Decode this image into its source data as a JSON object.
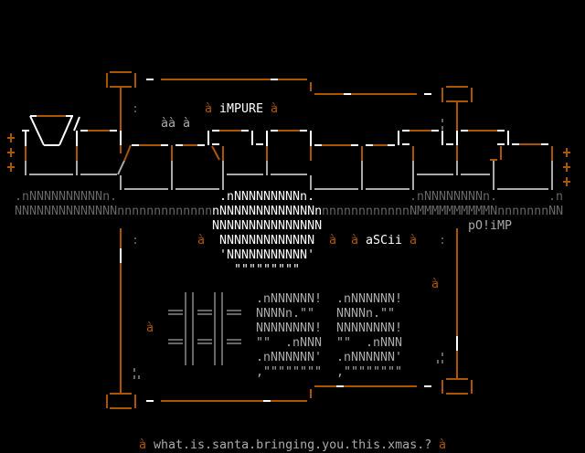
{
  "title": {
    "bullet_left": "à",
    "text": "iMPURE",
    "bullet_right": "à"
  },
  "accents": {
    "aa": "àà à",
    "dots": ":",
    "bullet": "à"
  },
  "tag": "pO!iMP",
  "subtitle": {
    "bullet_left": "à",
    "text": "aSCii",
    "bullet_right": "à"
  },
  "art": {
    "left_r1": ".nNNNNNNNNNNn.",
    "left_r2": "NNNNNNNNNNNNNNnnnnnnnnnnnnn",
    "ball_r1": ".nNNNNNNNNNn.",
    "ball_r2": "nNNNNNNNNNNNNNn",
    "ball_r3": "NNNNNNNNNNNNNNN",
    "ball_r4": "NNNNNNNNNNNNN",
    "ball_r5": "'NNNNNNNNNNN'",
    "ball_r6": "\"\"\"\"\"\"\"\"\"",
    "right_r1": ".nNNNNNNNNn.",
    "right_r1b": ".n",
    "right_r2": "nnnnnnnnnnnnNMMMMMMMMMMNnnnnnnnNN",
    "s_r1": ".nNNNNNN!",
    "s_r2": "NNNNn.\"\"",
    "s_r3": "NNNNNNNN!",
    "s_r4": "\"\"  .nNNN",
    "s_r5": ".nNNNNNN'",
    "s_r6": ",\"\"\"\"\"\"\"\"",
    "corner_dots": ". :"
  },
  "footer": {
    "bullet_left": "à",
    "text": "what.is.santa.bringing.you.this.xmas.?",
    "bullet_right": "à"
  },
  "colors": {
    "orange": "#aa5500",
    "white": "#ffffff",
    "grey": "#aaaaaa",
    "dark": "#666666",
    "background": "#000000"
  }
}
